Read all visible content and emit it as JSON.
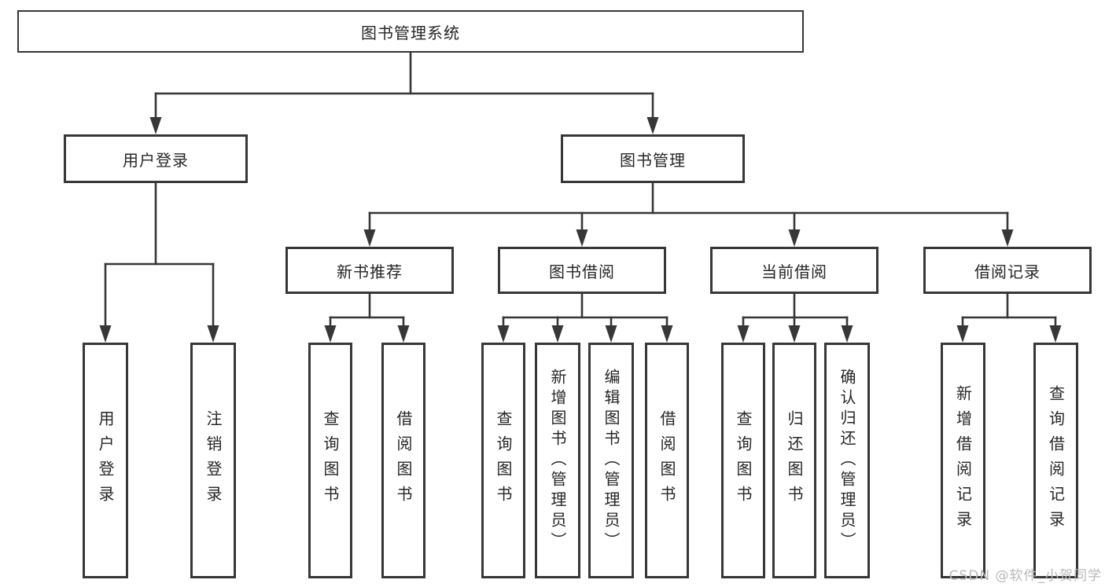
{
  "watermark": "CSDN @软件_小贺同学",
  "colors": {
    "line": "#373737",
    "box_border": "#373737",
    "text": "#262626",
    "watermark": "#b9b9b9",
    "background": "#ffffff"
  },
  "tree": {
    "label": "图书管理系统",
    "children": [
      {
        "label": "用户登录",
        "children": [
          {
            "label": "用户登录"
          },
          {
            "label": "注销登录"
          }
        ]
      },
      {
        "label": "图书管理",
        "children": [
          {
            "label": "新书推荐",
            "children": [
              {
                "label": "查询图书"
              },
              {
                "label": "借阅图书"
              }
            ]
          },
          {
            "label": "图书借阅",
            "children": [
              {
                "label": "查询图书"
              },
              {
                "label": "新增图书（管理员）"
              },
              {
                "label": "编辑图书（管理员）"
              },
              {
                "label": "借阅图书"
              }
            ]
          },
          {
            "label": "当前借阅",
            "children": [
              {
                "label": "查询图书"
              },
              {
                "label": "归还图书"
              },
              {
                "label": "确认归还（管理员）"
              }
            ]
          },
          {
            "label": "借阅记录",
            "children": [
              {
                "label": "新增借阅记录"
              },
              {
                "label": "查询借阅记录"
              }
            ]
          }
        ]
      }
    ]
  }
}
